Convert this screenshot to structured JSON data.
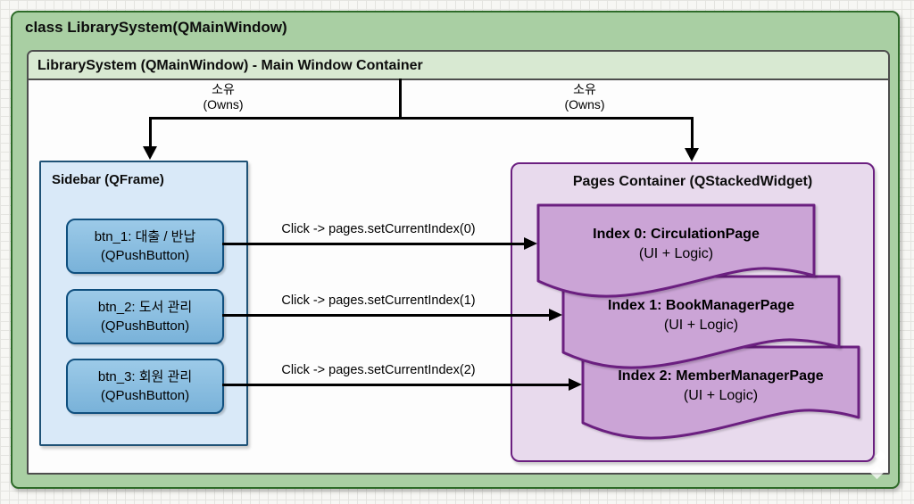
{
  "diagram": {
    "outer_title": "class LibrarySystem(QMainWindow)",
    "window": {
      "header_title": "LibrarySystem (QMainWindow) - Main Window Container"
    },
    "owns_edges": [
      {
        "label_ko": "소유",
        "label_en": "(Owns)",
        "target": "Sidebar"
      },
      {
        "label_ko": "소유",
        "label_en": "(Owns)",
        "target": "Pages Container"
      }
    ],
    "sidebar": {
      "title": "Sidebar (QFrame)",
      "buttons": [
        {
          "line1": "btn_1: 대출 / 반납",
          "line2": "(QPushButton)"
        },
        {
          "line1": "btn_2: 도서 관리",
          "line2": "(QPushButton)"
        },
        {
          "line1": "btn_3: 회원 관리",
          "line2": "(QPushButton)"
        }
      ]
    },
    "click_edges": [
      {
        "label": "Click -> pages.setCurrentIndex(0)"
      },
      {
        "label": "Click -> pages.setCurrentIndex(1)"
      },
      {
        "label": "Click -> pages.setCurrentIndex(2)"
      }
    ],
    "pages": {
      "title": "Pages Container (QStackedWidget)",
      "items": [
        {
          "line1": "Index 0: CirculationPage",
          "line2": "(UI + Logic)"
        },
        {
          "line1": "Index 1: BookManagerPage",
          "line2": "(UI + Logic)"
        },
        {
          "line1": "Index 2: MemberManagerPage",
          "line2": "(UI + Logic)"
        }
      ]
    },
    "colors": {
      "outer_fill": "#a9cfa3",
      "outer_border": "#2e6b29",
      "header_fill": "#d8e9d2",
      "sidebar_fill": "#d9e9f8",
      "sidebar_border": "#1f5276",
      "button_fill": "#85b9de",
      "button_border": "#0f4f7e",
      "pages_fill": "#e8daed",
      "pages_border": "#6b1f80",
      "tape_fill": "#cba4d6",
      "arrow_color": "#000000"
    }
  }
}
